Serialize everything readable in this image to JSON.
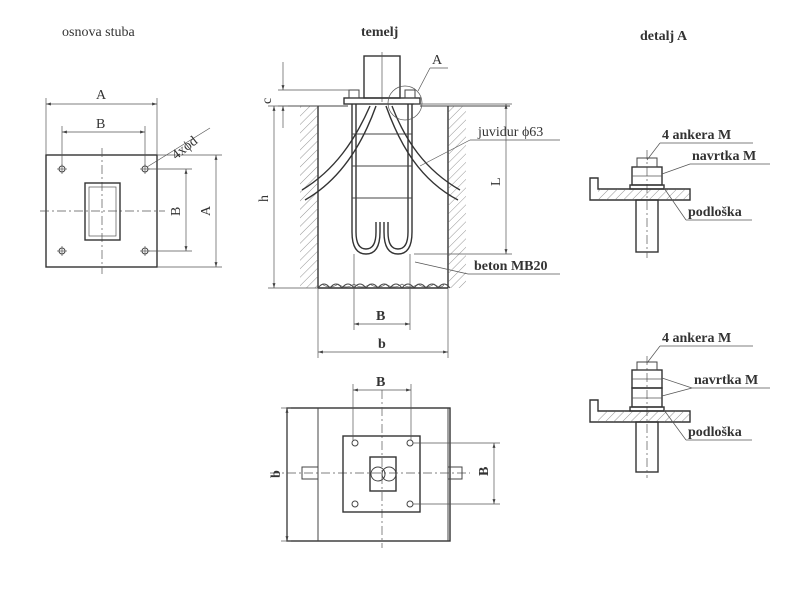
{
  "titles": {
    "left": "osnova stuba",
    "center": "temelj",
    "right": "detalj A"
  },
  "dims": {
    "A": "A",
    "B": "B",
    "b": "b",
    "c": "c",
    "h": "h",
    "L": "L",
    "holes": "4xϕd"
  },
  "labels": {
    "detail_marker": "A",
    "conduit": "juvidur ϕ63",
    "concrete": "beton MB20",
    "anchors": "4 ankera M",
    "nut": "navrtka M",
    "washer": "podloška"
  }
}
